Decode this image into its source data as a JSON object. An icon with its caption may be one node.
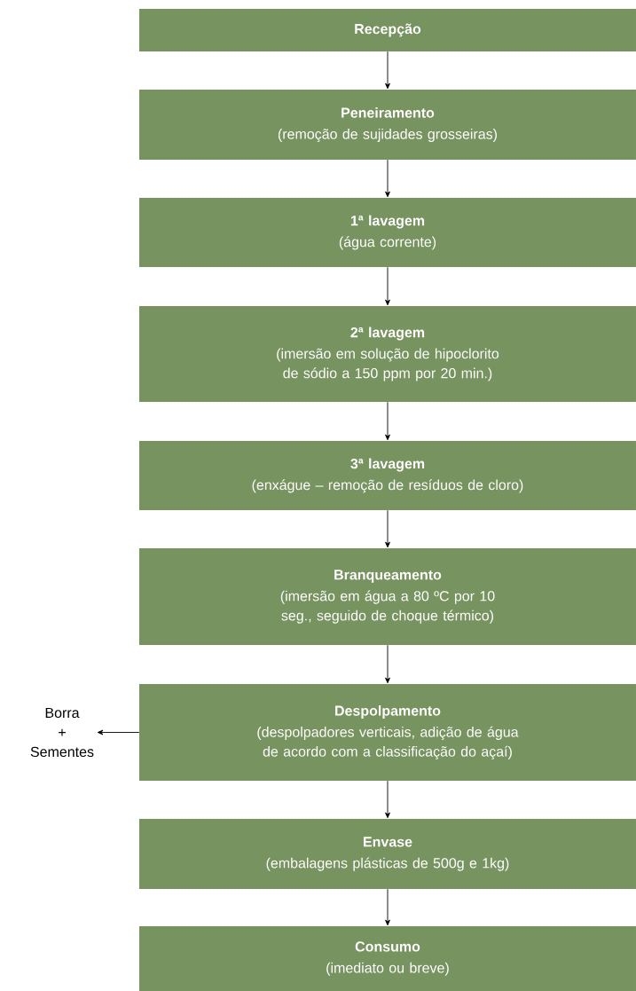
{
  "diagram": {
    "nodes": [
      {
        "text": [
          "Recepção"
        ]
      },
      {
        "text": [
          "Peneiramento",
          "(remoção de sujidades grosseiras)"
        ]
      },
      {
        "text": [
          "1ª lavagem",
          "(água corrente)"
        ]
      },
      {
        "text": [
          "2ª lavagem",
          "(imersão em solução de hipoclorito de sódio a 150 ppm por 20 min.)"
        ]
      },
      {
        "text": [
          "3ª lavagem",
          "(enxágue – remoção de resíduos de cloro)"
        ]
      },
      {
        "text": [
          "Branqueamento",
          "(imersão em água a 80 ºC por 10 seg., seguido de choque térmico)"
        ]
      },
      {
        "text": [
          "Despolpamento",
          "(despolpadores verticais, adição de água de acordo com a classificação do açaí)"
        ]
      },
      {
        "text": [
          "Envase",
          "(embalagens plásticas de 500g e 1kg)"
        ]
      },
      {
        "text": [
          "Consumo",
          "(imediato ou breve)"
        ]
      },
      {
        "text": [
          "Borra + Sementes"
        ]
      }
    ],
    "edges": [
      {
        "from": 0,
        "to": 1,
        "arrow": "to"
      },
      {
        "from": 1,
        "to": 2,
        "arrow": "to"
      },
      {
        "from": 2,
        "to": 3,
        "arrow": "to"
      },
      {
        "from": 3,
        "to": 4,
        "arrow": "to"
      },
      {
        "from": 4,
        "to": 5,
        "arrow": "to"
      },
      {
        "from": 5,
        "to": 6,
        "arrow": "to"
      },
      {
        "from": 6,
        "to": 7,
        "arrow": "to"
      },
      {
        "from": 7,
        "to": 8,
        "arrow": "to"
      },
      {
        "from": 6,
        "to": 9,
        "arrow": "to"
      }
    ]
  }
}
